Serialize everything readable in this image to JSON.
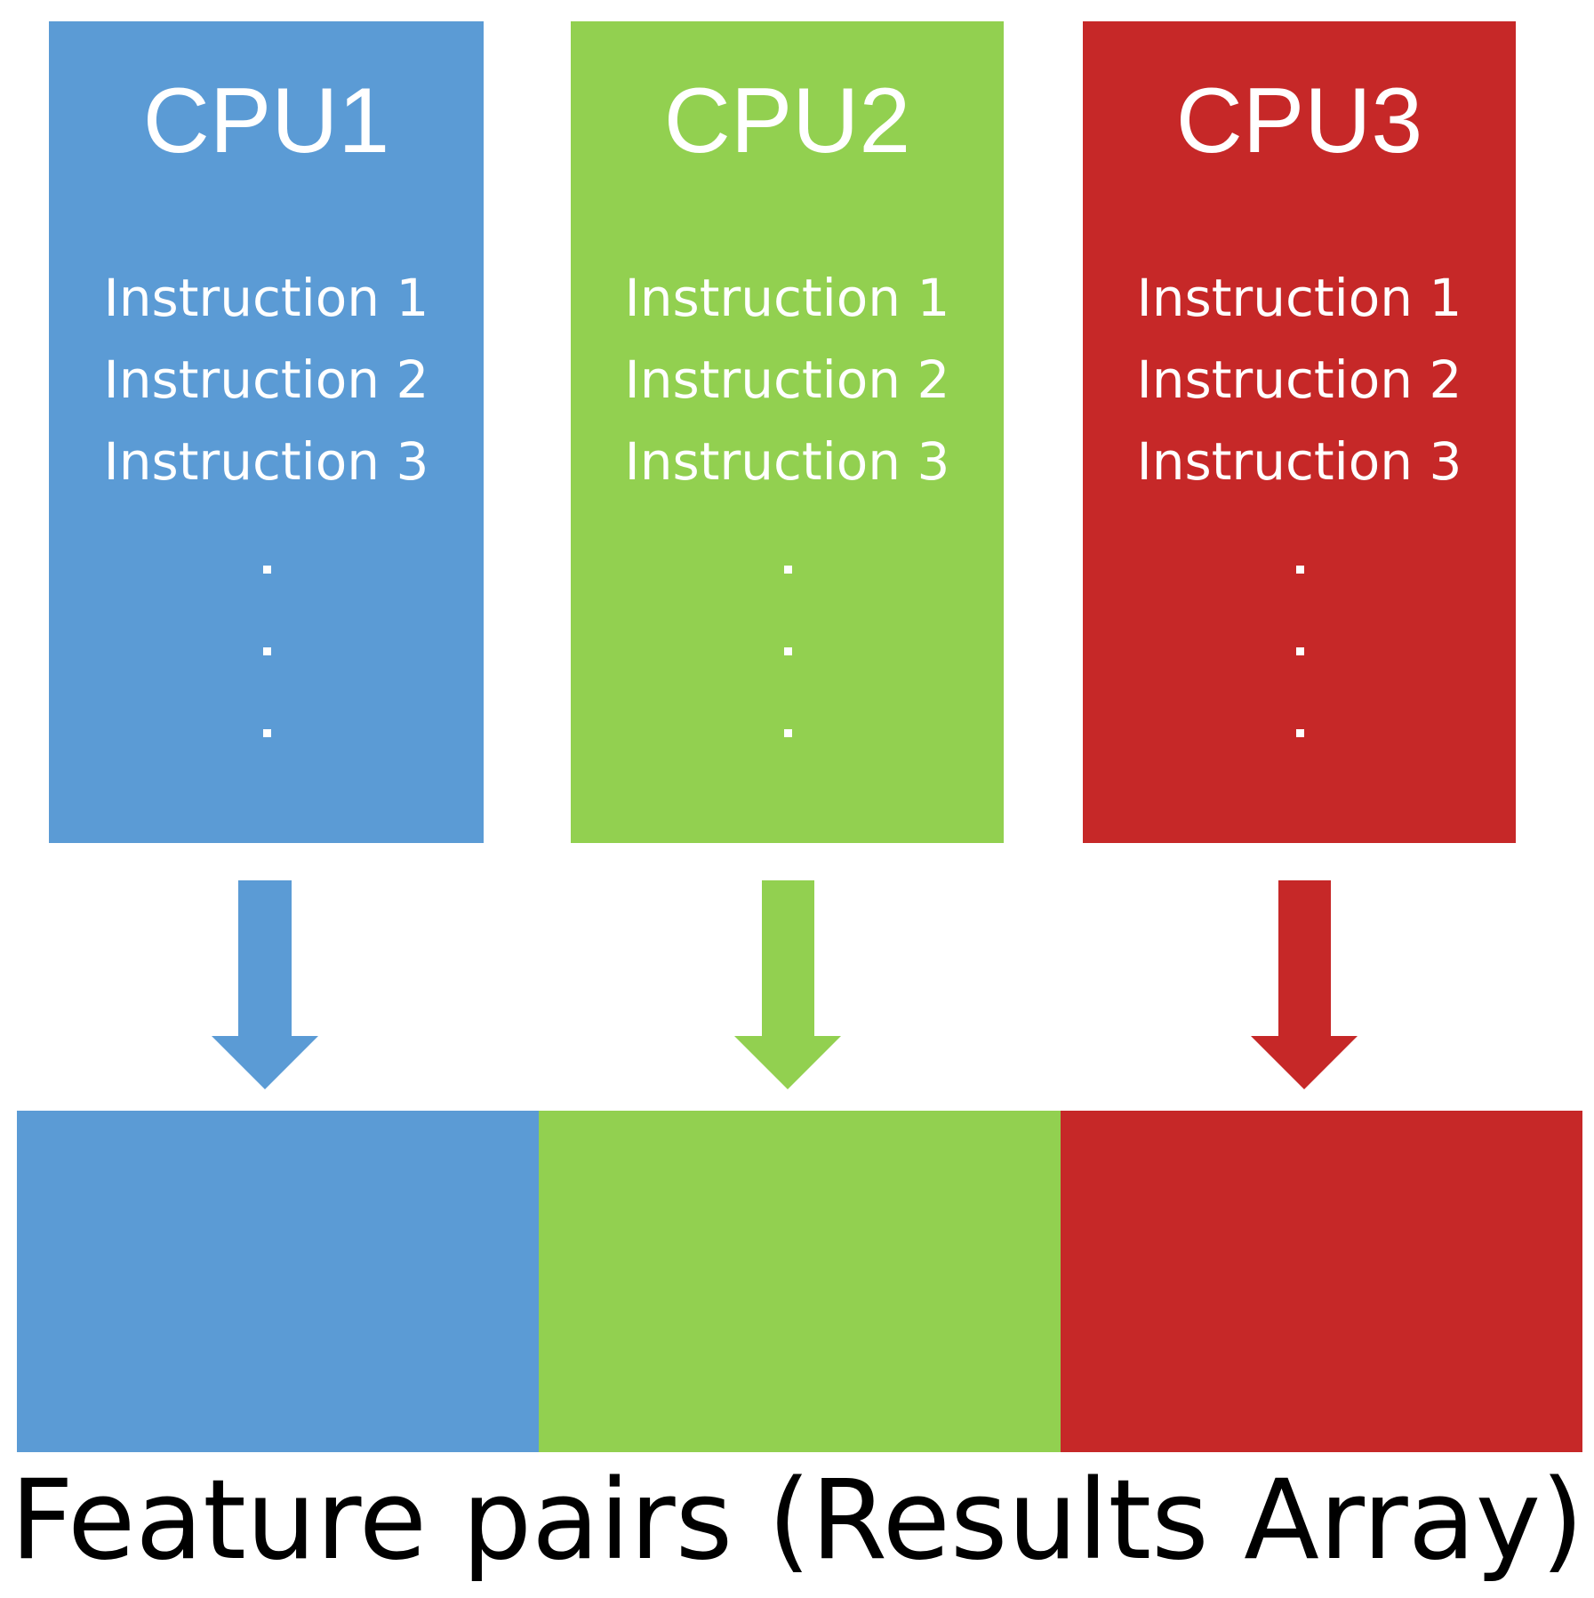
{
  "colors": {
    "cpu1": "#5b9bd5",
    "cpu2": "#92d050",
    "cpu3": "#c62828",
    "text_on_box": "#ffffff",
    "caption": "#000000"
  },
  "cpus": [
    {
      "title": "CPU1",
      "instructions": [
        "Instruction 1",
        "Instruction 2",
        "Instruction 3"
      ]
    },
    {
      "title": "CPU2",
      "instructions": [
        "Instruction 1",
        "Instruction 2",
        "Instruction 3"
      ]
    },
    {
      "title": "CPU3",
      "instructions": [
        "Instruction 1",
        "Instruction 2",
        "Instruction 3"
      ]
    }
  ],
  "results_array": {
    "caption": "Feature pairs (Results Array)"
  }
}
